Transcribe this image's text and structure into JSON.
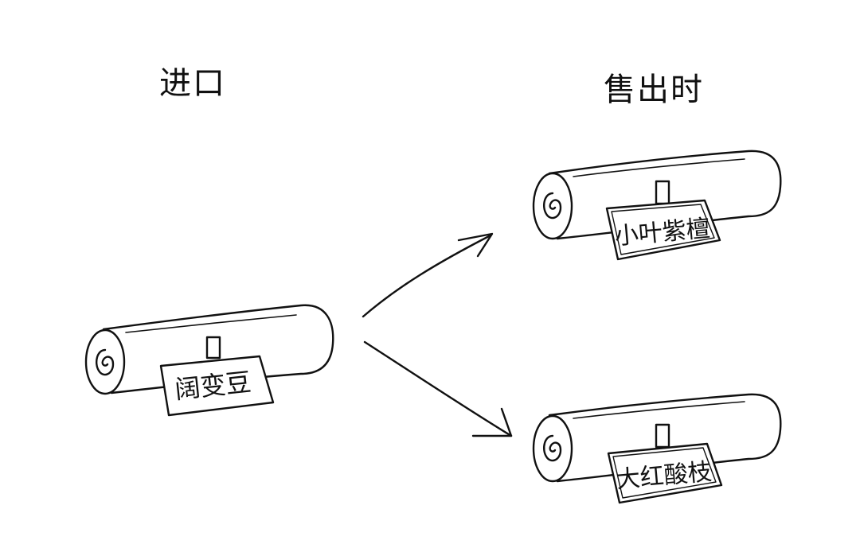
{
  "titles": {
    "import": "进口",
    "sold": "售出时"
  },
  "logs": {
    "source": {
      "tag": "阔变豆"
    },
    "top": {
      "tag": "小叶紫檀"
    },
    "bottom": {
      "tag": "大红酸枝"
    }
  },
  "colors": {
    "ink": "#111111",
    "paper": "#ffffff",
    "tag_shadow": "#444444"
  }
}
